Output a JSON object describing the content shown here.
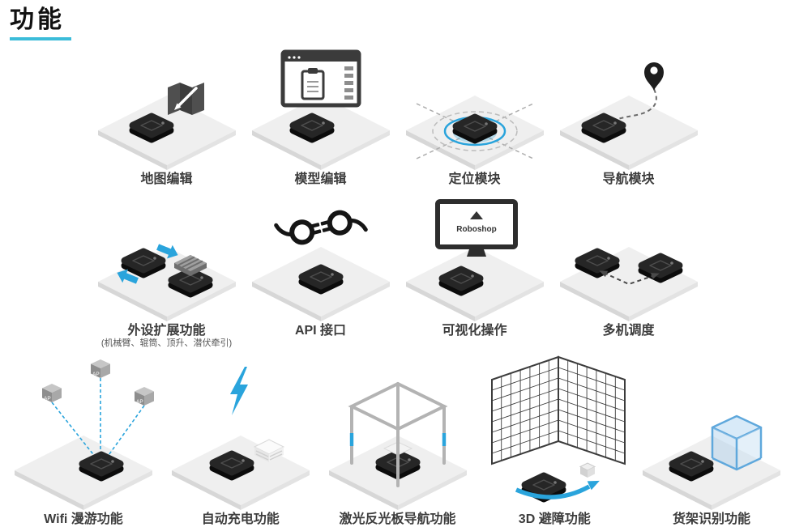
{
  "title": "功能",
  "colors": {
    "accent": "#3bbcd9",
    "blue": "#2aa4dc",
    "shelf_blue": "#5fa8dc"
  },
  "monitor": {
    "brand": "Roboshop"
  },
  "ap_label": "AP",
  "features": [
    {
      "label": "地图编辑",
      "icon": "map-edit-icon"
    },
    {
      "label": "模型编辑",
      "icon": "model-edit-icon"
    },
    {
      "label": "定位模块",
      "icon": "positioning-icon"
    },
    {
      "label": "导航模块",
      "icon": "navigation-icon"
    },
    {
      "label": "外设扩展功能",
      "sublabel": "(机械臂、辊筒、顶升、潜伏牵引)",
      "icon": "peripheral-expansion-icon"
    },
    {
      "label": "API 接口",
      "icon": "api-icon"
    },
    {
      "label": "可视化操作",
      "icon": "visual-operation-icon"
    },
    {
      "label": "多机调度",
      "icon": "multi-robot-scheduling-icon"
    },
    {
      "label": "Wifi 漫游功能",
      "icon": "wifi-roaming-icon"
    },
    {
      "label": "自动充电功能",
      "icon": "auto-charging-icon"
    },
    {
      "label": "激光反光板导航功能",
      "icon": "laser-reflector-navigation-icon"
    },
    {
      "label": "3D 避障功能",
      "icon": "3d-obstacle-avoidance-icon"
    },
    {
      "label": "货架识别功能",
      "icon": "shelf-recognition-icon"
    }
  ]
}
